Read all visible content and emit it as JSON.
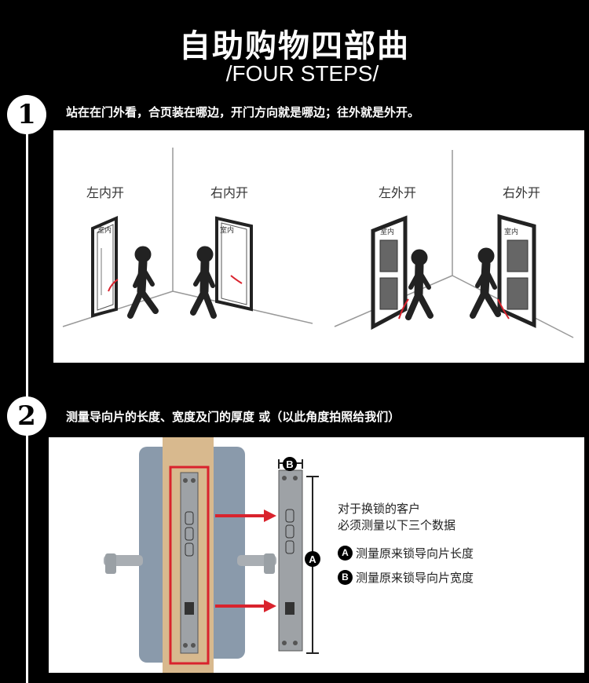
{
  "header": {
    "title_cn": "自助购物四部曲",
    "title_en": "/FOUR STEPS/"
  },
  "steps": [
    {
      "number": "1",
      "text": "站在在门外看，合页装在哪边，开门方向就是哪边；往外就是外开。",
      "doors": [
        {
          "label": "左内开",
          "room": "室内"
        },
        {
          "label": "右内开",
          "room": "室内"
        },
        {
          "label": "左外开",
          "room": "室内"
        },
        {
          "label": "右外开",
          "room": "室内"
        }
      ]
    },
    {
      "number": "2",
      "text": "测量导向片的长度、宽度及门的厚度 或（以此角度拍照给我们）",
      "diagram": {
        "marker_a": "A",
        "marker_b": "B",
        "info_line1": "对于换锁的客户",
        "info_line2": "必须测量以下三个数据",
        "item_a": "测量原来锁导向片长度",
        "item_b": "测量原来锁导向片宽度"
      }
    }
  ],
  "colors": {
    "background": "#000000",
    "panel": "#ffffff",
    "arrow_red": "#d9232d",
    "door_wood": "#d8b98e",
    "lock_gray": "#8a9aab"
  }
}
